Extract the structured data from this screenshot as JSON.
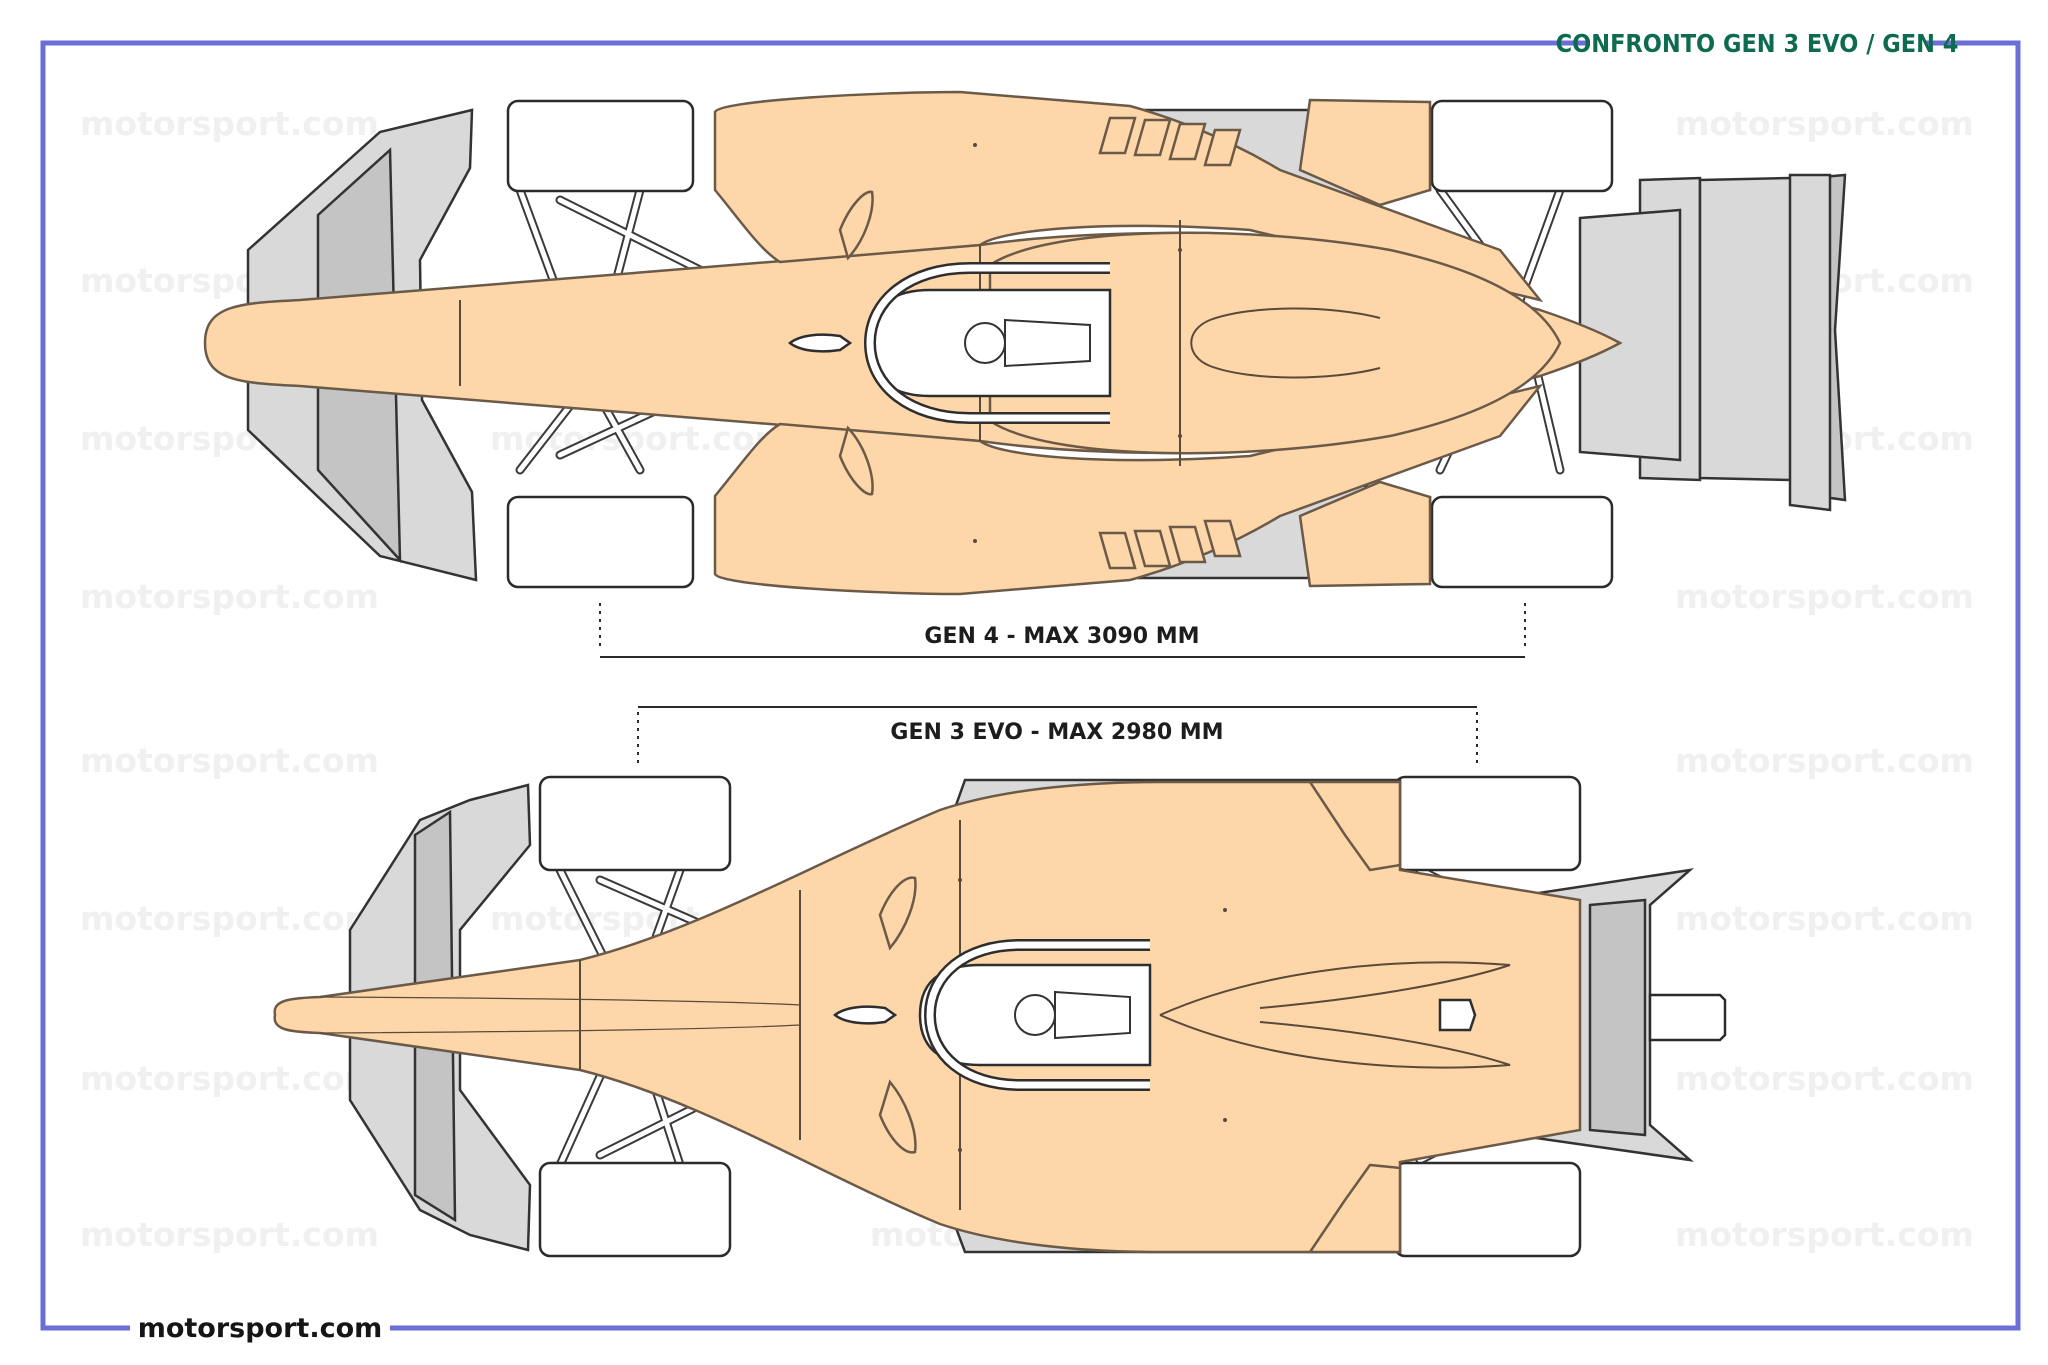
{
  "header": {
    "title": "CONFRONTO GEN 3 EVO / GEN 4"
  },
  "footer": {
    "brand": "motorsport.com"
  },
  "watermark": {
    "text": "motorsport.com"
  },
  "dimensions": {
    "gen4": {
      "label": "GEN 4 - MAX 3090 MM",
      "value_mm": 3090
    },
    "gen3evo": {
      "label": "GEN 3 EVO - MAX 2980 MM",
      "value_mm": 2980
    }
  },
  "colors": {
    "frame": "#6a6fd8",
    "title": "#0f6b4f",
    "bodywork": "#fdd6a9",
    "wings": "#d9d9d9",
    "outline": "#333333"
  },
  "cars": [
    {
      "id": "gen4",
      "view": "top"
    },
    {
      "id": "gen3evo",
      "view": "top"
    }
  ]
}
